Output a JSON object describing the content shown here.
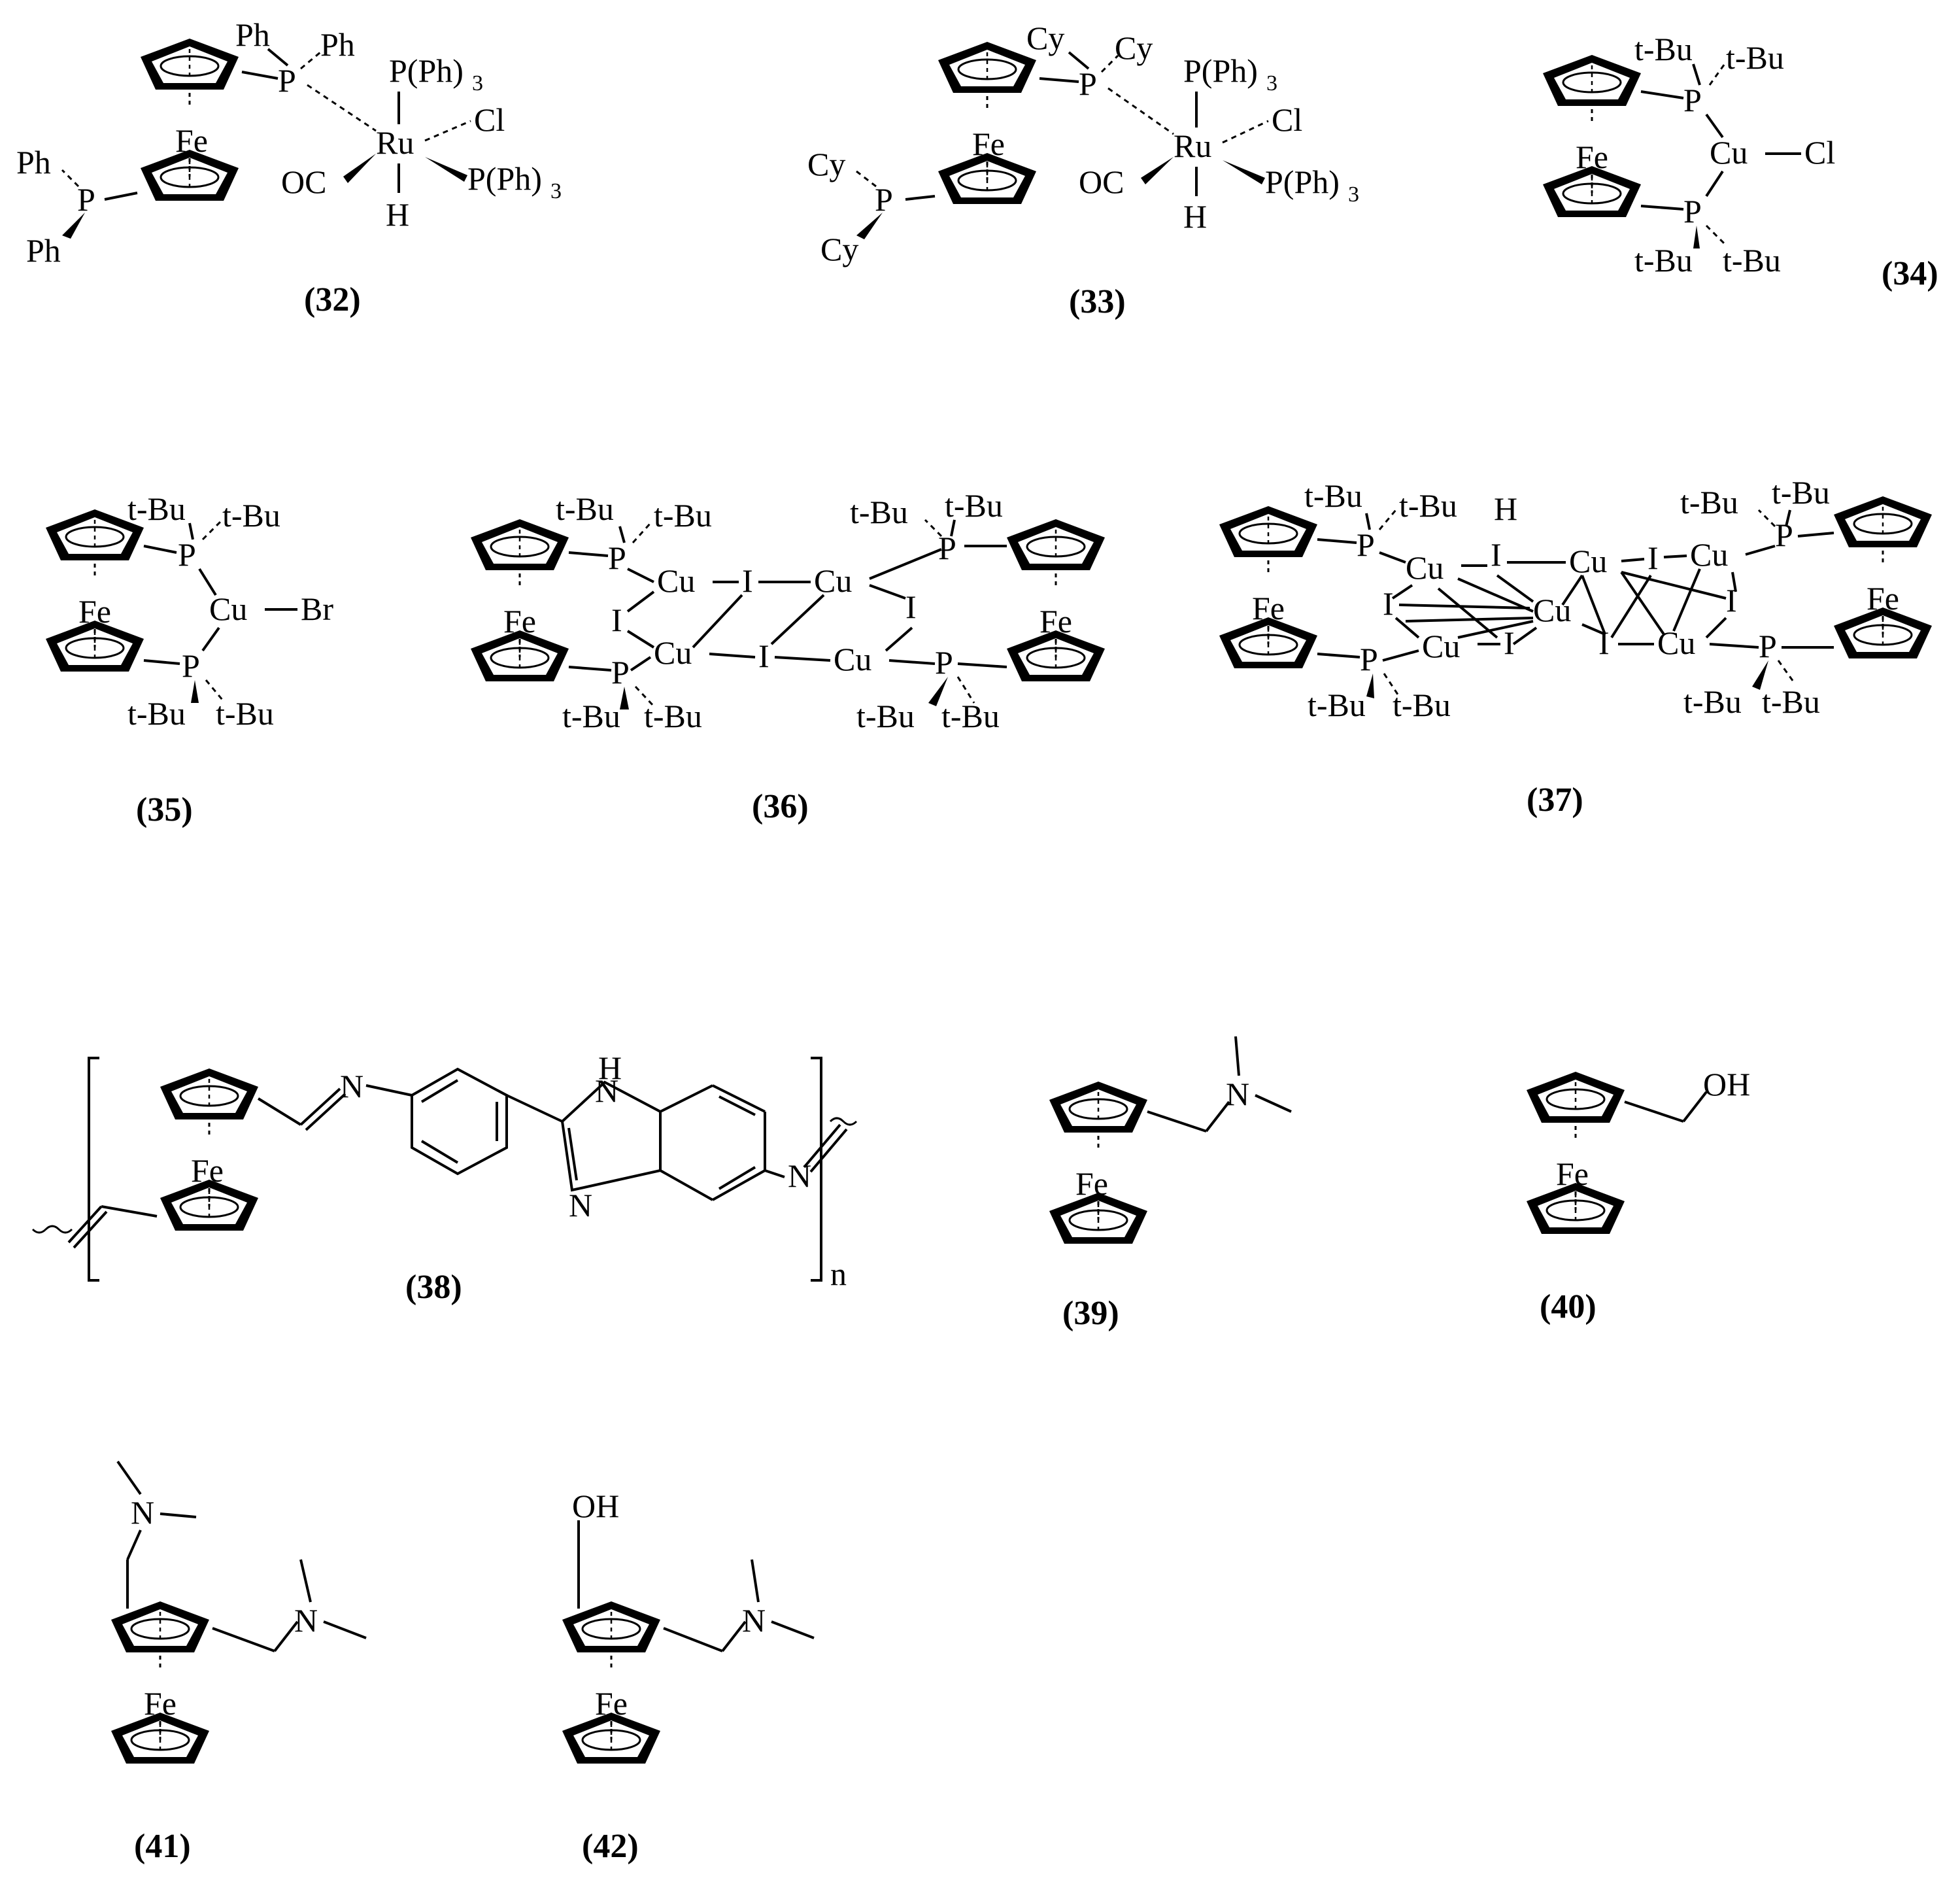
{
  "compounds": [
    {
      "id": "32",
      "label": "(32)",
      "atoms": {
        "metal": "Fe",
        "center": "Ru",
        "ph1": "Ph",
        "ph2": "Ph",
        "ph3": "Ph",
        "ph4": "Ph",
        "p1": "P",
        "p2": "P",
        "pph3a": "P(Ph)",
        "pph3b": "P(Ph)",
        "sub3": "3",
        "cl": "Cl",
        "oc": "OC",
        "h": "H"
      }
    },
    {
      "id": "33",
      "label": "(33)",
      "atoms": {
        "metal": "Fe",
        "center": "Ru",
        "cy1": "Cy",
        "cy2": "Cy",
        "cy3": "Cy",
        "cy4": "Cy",
        "p1": "P",
        "p2": "P",
        "pph3a": "P(Ph)",
        "pph3b": "P(Ph)",
        "sub3": "3",
        "cl": "Cl",
        "oc": "OC",
        "h": "H"
      }
    },
    {
      "id": "34",
      "label": "(34)",
      "atoms": {
        "metal": "Fe",
        "cu": "Cu",
        "cl": "Cl",
        "p": "P",
        "tbu": "t-Bu"
      }
    },
    {
      "id": "35",
      "label": "(35)",
      "atoms": {
        "metal": "Fe",
        "cu": "Cu",
        "br": "Br",
        "p": "P",
        "tbu": "t-Bu"
      }
    },
    {
      "id": "36",
      "label": "(36)",
      "atoms": {
        "metal": "Fe",
        "cu": "Cu",
        "i": "I",
        "p": "P",
        "tbu": "t-Bu"
      }
    },
    {
      "id": "37",
      "label": "(37)",
      "atoms": {
        "metal": "Fe",
        "cu": "Cu",
        "i": "I",
        "p": "P",
        "tbu": "t-Bu",
        "h": "H"
      }
    },
    {
      "id": "38",
      "label": "(38)",
      "atoms": {
        "metal": "Fe",
        "n": "N",
        "h": "H",
        "repeat": "n"
      }
    },
    {
      "id": "39",
      "label": "(39)",
      "atoms": {
        "metal": "Fe",
        "n": "N"
      }
    },
    {
      "id": "40",
      "label": "(40)",
      "atoms": {
        "metal": "Fe",
        "oh": "OH"
      }
    },
    {
      "id": "41",
      "label": "(41)",
      "atoms": {
        "metal": "Fe",
        "n": "N"
      }
    },
    {
      "id": "42",
      "label": "(42)",
      "atoms": {
        "metal": "Fe",
        "n": "N",
        "oh": "OH"
      }
    }
  ]
}
